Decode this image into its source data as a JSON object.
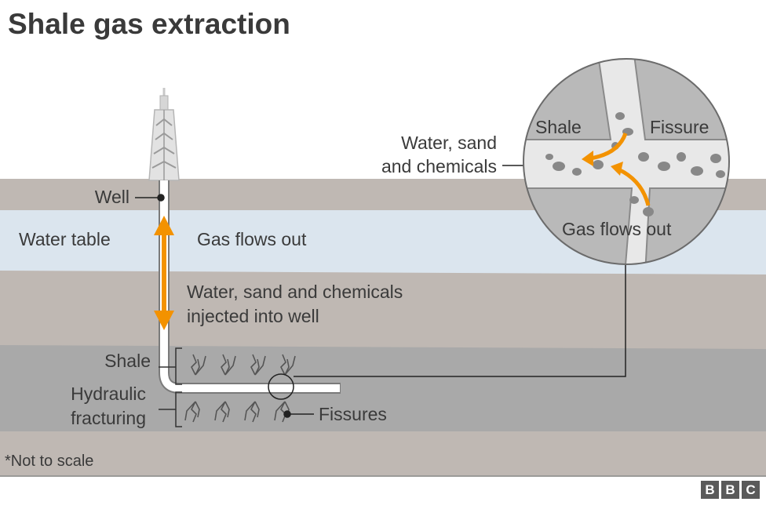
{
  "title": "Shale gas extraction",
  "labels": {
    "well": "Well",
    "water_table": "Water table",
    "gas_flows_out": "Gas flows out",
    "injected_line1": "Water, sand and chemicals",
    "injected_line2": "injected into well",
    "shale": "Shale",
    "hydraulic_line1": "Hydraulic",
    "hydraulic_line2": "fracturing",
    "fissures": "Fissures",
    "not_to_scale": "*Not to scale"
  },
  "inset": {
    "shale": "Shale",
    "fissure": "Fissure",
    "gas_flows_out": "Gas flows out",
    "water_line1": "Water, sand",
    "water_line2": "and chemicals"
  },
  "logo": [
    "B",
    "B",
    "C"
  ],
  "colors": {
    "ground": "#bfb8b3",
    "water": "#dbe5ee",
    "shale_layer": "#aaa9a9",
    "arrow": "#f39200",
    "text": "#3a3a3a"
  }
}
